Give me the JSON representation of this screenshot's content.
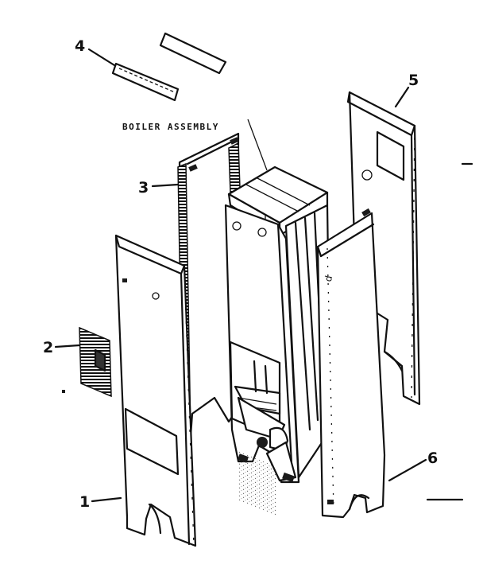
{
  "title": "BOILER ASSEMBLY",
  "callouts": [
    {
      "id": "1",
      "label": "1"
    },
    {
      "id": "2",
      "label": "2"
    },
    {
      "id": "3",
      "label": "3"
    },
    {
      "id": "4",
      "label": "4"
    },
    {
      "id": "5",
      "label": "5"
    },
    {
      "id": "6",
      "label": "6"
    }
  ],
  "colors": {
    "ink": "#111111",
    "paper": "#ffffff"
  }
}
